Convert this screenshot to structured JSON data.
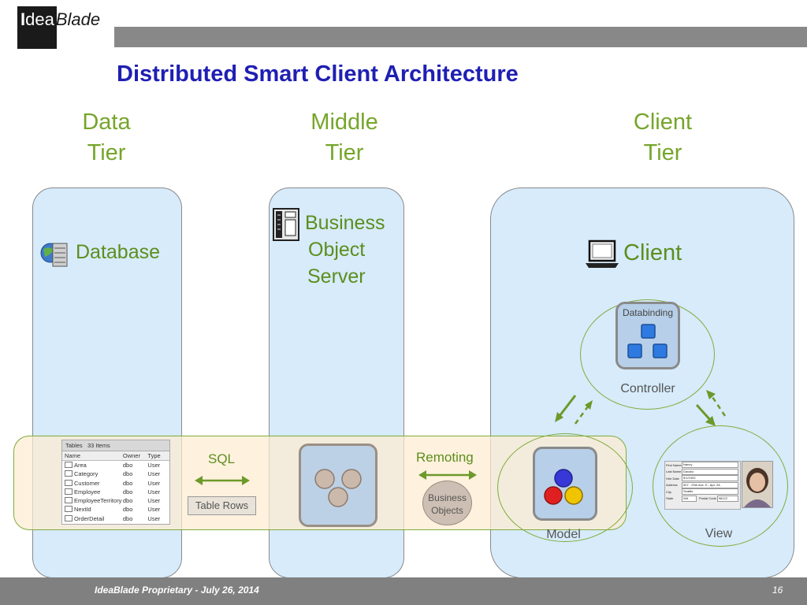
{
  "logo": {
    "i": "I",
    "idea": "dea",
    "blade": "Blade"
  },
  "title": "Distributed Smart Client Architecture",
  "tiers": {
    "data": [
      "Data",
      "Tier"
    ],
    "middle": [
      "Middle",
      "Tier"
    ],
    "client": [
      "Client",
      "Tier"
    ]
  },
  "services": {
    "database": "Database",
    "bos": [
      "Business",
      "Object",
      "Server"
    ],
    "client": "Client"
  },
  "flow": {
    "sql": "SQL",
    "table_rows": "Table Rows",
    "remoting": "Remoting",
    "business_objects": [
      "Business",
      "Objects"
    ]
  },
  "mvc": {
    "databinding": "Databinding",
    "controller": "Controller",
    "model": "Model",
    "view": "View"
  },
  "table_grid": {
    "header_title": "Tables",
    "header_count": "33 Items",
    "columns": [
      "Name",
      "Owner",
      "Type"
    ],
    "rows": [
      [
        "Area",
        "dbo",
        "User"
      ],
      [
        "Category",
        "dbo",
        "User"
      ],
      [
        "Customer",
        "dbo",
        "User"
      ],
      [
        "Employee",
        "dbo",
        "User"
      ],
      [
        "EmployeeTerritory",
        "dbo",
        "User"
      ],
      [
        "NextId",
        "dbo",
        "User"
      ],
      [
        "OrderDetail",
        "dbo",
        "User"
      ]
    ]
  },
  "view_form": {
    "rows": [
      [
        "First Name",
        "Nancy"
      ],
      [
        "Last Name",
        "Davolio"
      ],
      [
        "Hire Date",
        "5/1/1992"
      ],
      [
        "Address",
        "507 - 20th Ave. E., Apt. 2A"
      ],
      [
        "City",
        "Seattle"
      ],
      [
        "State",
        "WA"
      ]
    ],
    "postal_label": "Postal Code",
    "postal_value": "98122"
  },
  "footer": {
    "text": "IdeaBlade Proprietary - July 26, 2014",
    "page": "16"
  },
  "colors": {
    "title": "#1f1fb3",
    "tier_green": "#76a52b",
    "column_fill": "#d7ebfb",
    "band_fill": "#fdebd0",
    "footer_bar": "#808080"
  }
}
